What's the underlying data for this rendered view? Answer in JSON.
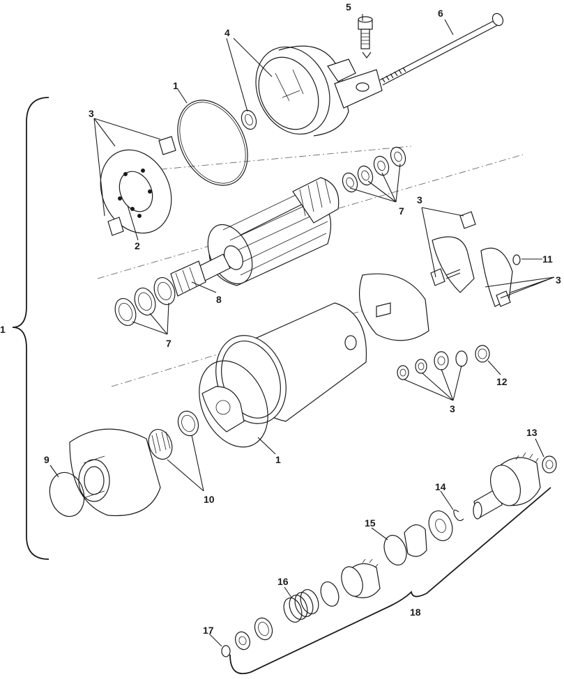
{
  "callouts": [
    {
      "id": "c5",
      "text": "5"
    },
    {
      "id": "c6",
      "text": "6"
    },
    {
      "id": "c4",
      "text": "4"
    },
    {
      "id": "c1a",
      "text": "1"
    },
    {
      "id": "c3a",
      "text": "3"
    },
    {
      "id": "c2",
      "text": "2"
    },
    {
      "id": "c7a",
      "text": "7"
    },
    {
      "id": "c3b",
      "text": "3"
    },
    {
      "id": "c11",
      "text": "11"
    },
    {
      "id": "c3c",
      "text": "3"
    },
    {
      "id": "c8",
      "text": "8"
    },
    {
      "id": "c7b",
      "text": "7"
    },
    {
      "id": "c1main",
      "text": "1"
    },
    {
      "id": "c12",
      "text": "12"
    },
    {
      "id": "c3d",
      "text": "3"
    },
    {
      "id": "c13",
      "text": "13"
    },
    {
      "id": "c9",
      "text": "9"
    },
    {
      "id": "c1b",
      "text": "1"
    },
    {
      "id": "c10",
      "text": "10"
    },
    {
      "id": "c14",
      "text": "14"
    },
    {
      "id": "c15",
      "text": "15"
    },
    {
      "id": "c16",
      "text": "16"
    },
    {
      "id": "c18",
      "text": "18"
    },
    {
      "id": "c17",
      "text": "17"
    }
  ]
}
